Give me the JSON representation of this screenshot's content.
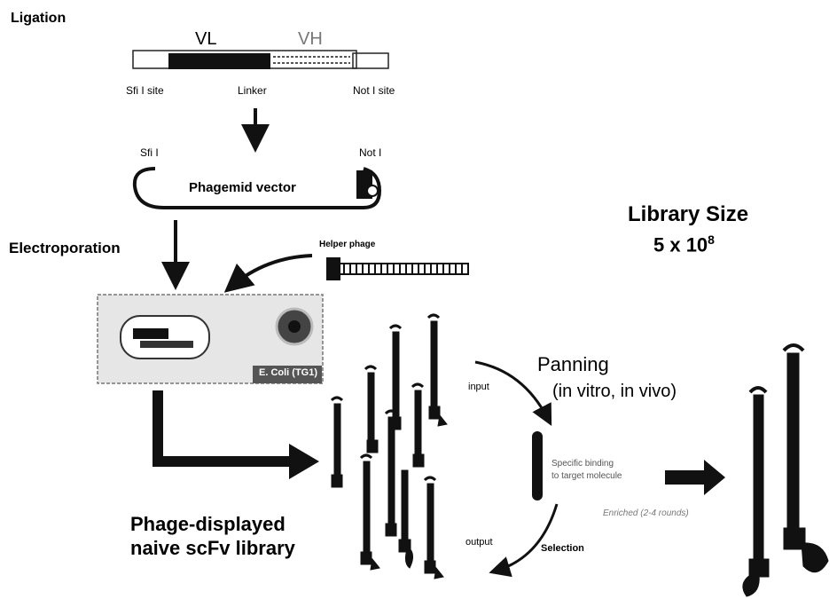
{
  "labels": {
    "ligation": "Ligation",
    "vl": "VL",
    "vh": "VH",
    "sfi_site": "Sfi I site",
    "linker": "Linker",
    "not_site": "Not I site",
    "sfi": "Sfi I",
    "not": "Not I",
    "phagemid_vector": "Phagemid vector",
    "electroporation": "Electroporation",
    "helper_phage": "Helper phage",
    "ecoli": "E. Coli (TG1)",
    "library_size_title": "Library Size",
    "library_size_value": "5 x 10",
    "library_size_exp": "8",
    "panning": "Panning",
    "panning_sub": "(in vitro, in vivo)",
    "input": "input",
    "output": "output",
    "selection": "Selection",
    "specific_binding_1": "Specific binding",
    "specific_binding_2": "to target molecule",
    "enriched": "Enriched (2-4 rounds)",
    "library_name_1": "Phage-displayed",
    "library_name_2": "naive scFv library"
  },
  "colors": {
    "ink": "#111111",
    "gray": "#777777",
    "plate": "#e6e6e6"
  }
}
